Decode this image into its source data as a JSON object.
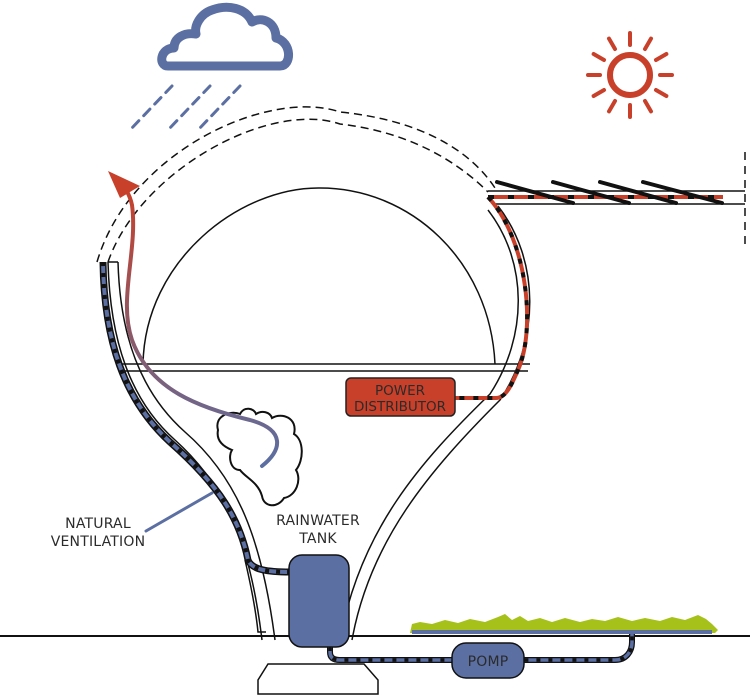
{
  "title": "Building climate systems diagram",
  "colors": {
    "blue": "#5b6fa3",
    "red": "#c8402a",
    "green": "#a6c21a",
    "line": "#111111",
    "text": "#2b2b2b"
  },
  "icons": {
    "cloud": "rain-cloud-icon",
    "sun": "sun-icon"
  },
  "labels": {
    "natural_ventilation": [
      "NATURAL",
      "VENTILATION"
    ],
    "rainwater_tank": [
      "RAINWATER",
      "TANK"
    ],
    "power_distributor": [
      "POWER",
      "DISTRIBUTOR"
    ],
    "pump": "POMP"
  }
}
